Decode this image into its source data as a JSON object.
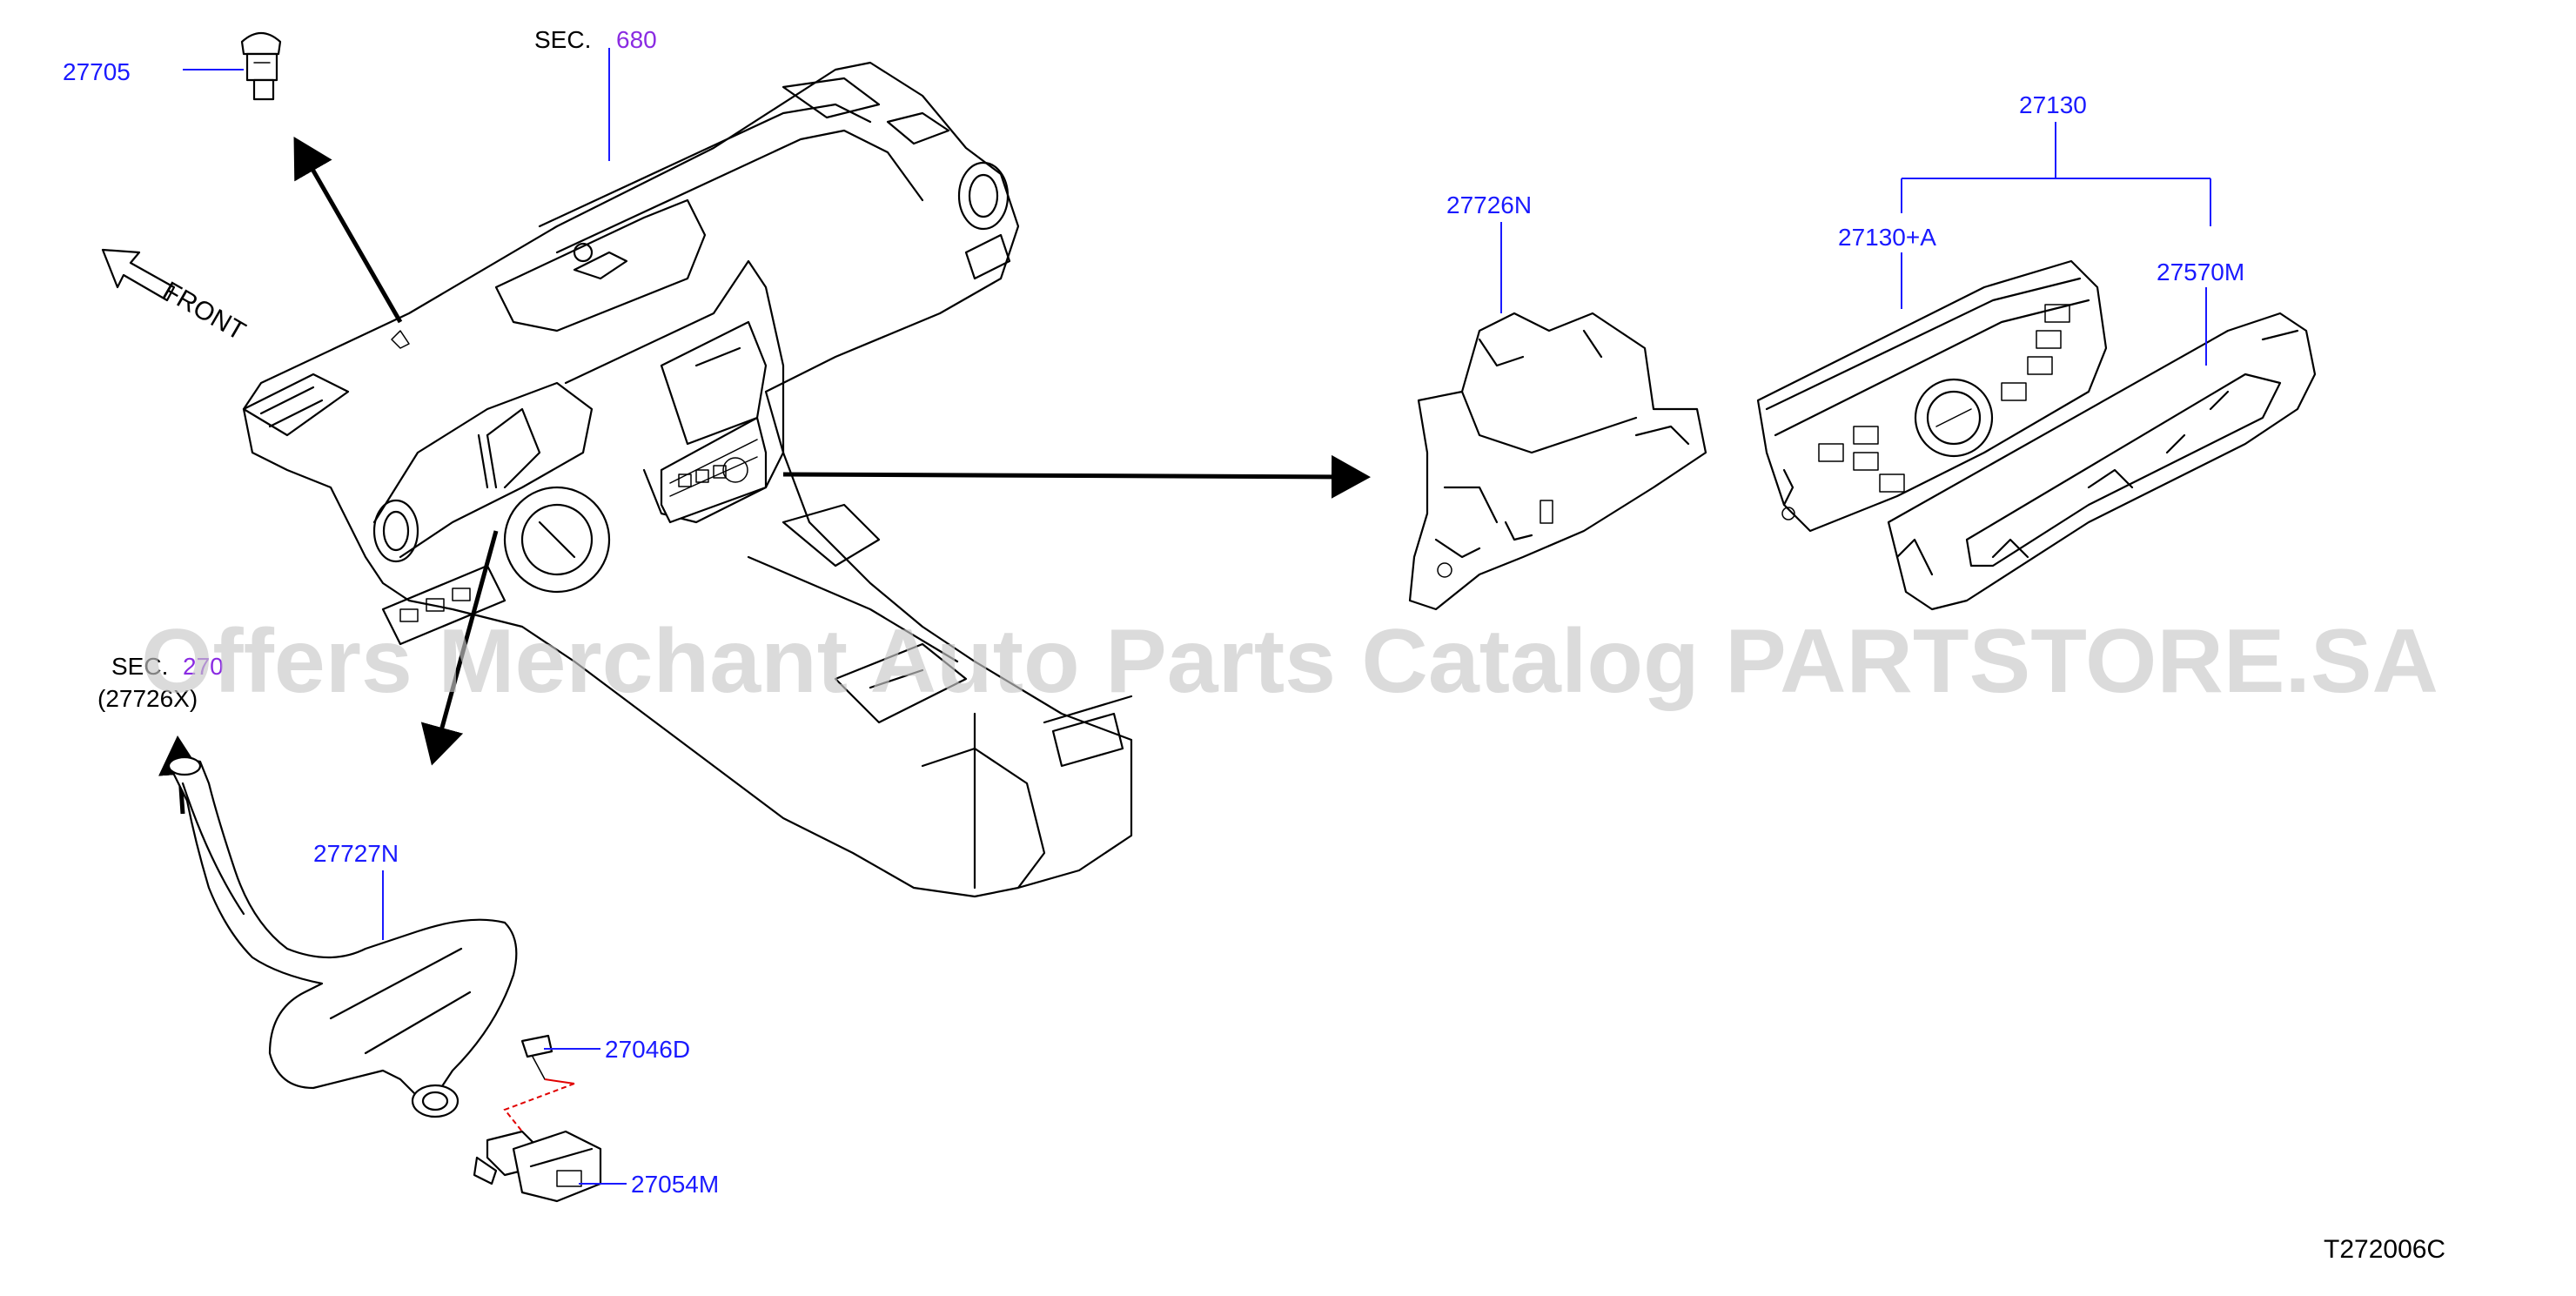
{
  "diagram": {
    "sections": [
      {
        "prefix": "SEC.",
        "number": "680"
      },
      {
        "prefix": "SEC.",
        "number": "270",
        "sub": "(27726X)"
      }
    ],
    "part_labels": {
      "p27705": "27705",
      "p27130": "27130",
      "p27726N": "27726N",
      "p27130A": "27130+A",
      "p27570M": "27570M",
      "p27727N": "27727N",
      "p27046D": "27046D",
      "p27054M": "27054M"
    },
    "direction_label": "FRONT",
    "drawing_code": "T272006C",
    "watermark": "Offers Merchant Auto Parts Catalog PARTSTORE.SA"
  },
  "colors": {
    "label": "#1a1aff",
    "section_number": "#8a2be2",
    "line_art": "#000000",
    "connector_red": "#e00000",
    "watermark": "#c8c8c8"
  }
}
